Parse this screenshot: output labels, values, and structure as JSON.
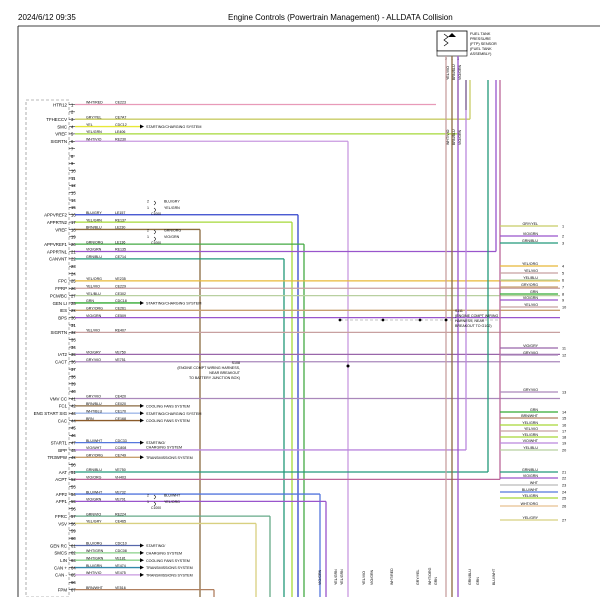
{
  "header": {
    "date": "2024/6/12 09:35",
    "title": "Engine Controls (Powertrain Management) - ALLDATA Collision"
  },
  "sensor": {
    "label_lines": [
      "FUEL TANK",
      "PRESSURE",
      "(FTP) SENSOR",
      "(FUEL TANK",
      "ASSEMBLY)"
    ]
  },
  "splices": {
    "s108": [
      "S108",
      "(ENGINE COMPT WIRING HARNESS,",
      "NEAR BREAKOUT",
      "TO BATTERY JUNCTION BOX)"
    ],
    "s111": [
      "S111",
      "(ENGINE COMPT WIRING",
      "HARNESS, NEAR",
      "BREAKOUT TO G102)"
    ]
  },
  "pins": [
    {
      "n": "1",
      "sig": "HTR12",
      "color": "WHT/RED",
      "circ": "CE223",
      "hex": "#e89ab8"
    },
    {
      "n": "2",
      "sig": "",
      "color": "",
      "circ": "",
      "hex": ""
    },
    {
      "n": "3",
      "sig": "TFHECCV",
      "color": "GRY/YEL",
      "circ": "CE7A7",
      "hex": "#c8cc66"
    },
    {
      "n": "4",
      "sig": "SMC",
      "color": "YEL",
      "circ": "CDC12",
      "hex": "#e8e838",
      "note": "STARTING/CHARGING SYSTEM"
    },
    {
      "n": "5",
      "sig": "VREF",
      "color": "YEL/GRN",
      "circ": "LE406",
      "hex": "#a6d838"
    },
    {
      "n": "6",
      "sig": "SIGRTN",
      "color": "WHT/VIO",
      "circ": "RE230",
      "hex": "#c99ae0"
    },
    {
      "n": "7",
      "sig": "",
      "color": "",
      "circ": "",
      "hex": ""
    },
    {
      "n": "8",
      "sig": "",
      "color": "",
      "circ": "",
      "hex": ""
    },
    {
      "n": "9",
      "sig": "",
      "color": "",
      "circ": "",
      "hex": ""
    },
    {
      "n": "10",
      "sig": "",
      "color": "",
      "circ": "",
      "hex": ""
    },
    {
      "n": "11",
      "sig": "",
      "color": "",
      "circ": "",
      "hex": ""
    },
    {
      "n": "12",
      "sig": "",
      "color": "",
      "circ": "",
      "hex": ""
    },
    {
      "n": "13",
      "sig": "",
      "color": "",
      "circ": "",
      "hex": ""
    },
    {
      "n": "14",
      "sig": "",
      "color": "",
      "circ": "",
      "hex": ""
    },
    {
      "n": "15",
      "sig": "",
      "color": "",
      "circ": "",
      "hex": ""
    },
    {
      "n": "16",
      "sig": "APPVREF2",
      "color": "BLU/GRY",
      "circ": "LE157",
      "hex": "#3344cc"
    },
    {
      "n": "17",
      "sig": "APPRTN2",
      "color": "YEL/GRN",
      "circ": "RE137",
      "hex": "#a6d838"
    },
    {
      "n": "18",
      "sig": "VREF",
      "color": "BRN/BLU",
      "circ": "LE230",
      "hex": "#8a6a40"
    },
    {
      "n": "19",
      "sig": "",
      "color": "",
      "circ": "",
      "hex": ""
    },
    {
      "n": "20",
      "sig": "APPVREF1",
      "color": "GRN/ORG",
      "circ": "LE136",
      "hex": "#44aa44"
    },
    {
      "n": "21",
      "sig": "APPRTN1",
      "color": "VIO/GRN",
      "circ": "RE135",
      "hex": "#9955cc"
    },
    {
      "n": "22",
      "sig": "CANVNT",
      "color": "GRN/BLU",
      "circ": "CE714",
      "hex": "#22997a"
    },
    {
      "n": "23",
      "sig": "",
      "color": "",
      "circ": "",
      "hex": ""
    },
    {
      "n": "24",
      "sig": "",
      "color": "",
      "circ": "",
      "hex": ""
    },
    {
      "n": "25",
      "sig": "FPC",
      "color": "YEL/ORG",
      "circ": "VE235",
      "hex": "#e8b838"
    },
    {
      "n": "26",
      "sig": "FPRP",
      "color": "YEL/VIO",
      "circ": "CE229",
      "hex": "#c8a0a0"
    },
    {
      "n": "27",
      "sig": "PCM/BC",
      "color": "YEL/BLU",
      "circ": "CE302",
      "hex": "#b8d0a0"
    },
    {
      "n": "28",
      "sig": "GEN LI",
      "color": "GRN",
      "circ": "CDC18",
      "hex": "#33aa33",
      "note": "STARTING/CHARGING SYSTEM"
    },
    {
      "n": "29",
      "sig": "IES",
      "color": "GRY/ORG",
      "circ": "CE261",
      "hex": "#c8a070"
    },
    {
      "n": "30",
      "sig": "BPS",
      "color": "VIO/GRN",
      "circ": "CE509",
      "hex": "#9955cc"
    },
    {
      "n": "31",
      "sig": "",
      "color": "",
      "circ": "",
      "hex": ""
    },
    {
      "n": "32",
      "sig": "SIGRTN",
      "color": "YEL/VIO",
      "circ": "RE407",
      "hex": "#c8a0a0"
    },
    {
      "n": "33",
      "sig": "",
      "color": "",
      "circ": "",
      "hex": ""
    },
    {
      "n": "34",
      "sig": "",
      "color": "",
      "circ": "",
      "hex": ""
    },
    {
      "n": "35",
      "sig": "IAT2",
      "color": "VIO/GRY",
      "circ": "VE750",
      "hex": "#9966aa"
    },
    {
      "n": "36",
      "sig": "CACT",
      "color": "GRY/VIO",
      "circ": "VE751",
      "hex": "#aa88bb"
    },
    {
      "n": "37",
      "sig": "",
      "color": "",
      "circ": "",
      "hex": ""
    },
    {
      "n": "38",
      "sig": "",
      "color": "",
      "circ": "",
      "hex": ""
    },
    {
      "n": "39",
      "sig": "",
      "color": "",
      "circ": "",
      "hex": ""
    },
    {
      "n": "40",
      "sig": "",
      "color": "",
      "circ": "",
      "hex": ""
    },
    {
      "n": "41",
      "sig": "VMV CC",
      "color": "GRY/VIO",
      "circ": "CE420",
      "hex": "#aa88bb"
    },
    {
      "n": "42",
      "sig": "FC1",
      "color": "BRN/BLU",
      "circ": "CE020",
      "hex": "#8a6a40",
      "note": "COOLING FANS SYSTEM"
    },
    {
      "n": "43",
      "sig": "ENG START SIG",
      "color": "WHT/BLU",
      "circ": "CE170",
      "hex": "#a0b8e8",
      "note": "STARTING/CHARGING SYSTEM"
    },
    {
      "n": "44",
      "sig": "CAC",
      "color": "BRN",
      "circ": "CE168",
      "hex": "#8a5a2a",
      "note": "COOLING FANS SYSTEM"
    },
    {
      "n": "45",
      "sig": "",
      "color": "",
      "circ": "",
      "hex": ""
    },
    {
      "n": "46",
      "sig": "",
      "color": "",
      "circ": "",
      "hex": ""
    },
    {
      "n": "47",
      "sig": "START1",
      "color": "BLU/WHT",
      "circ": "CDC33",
      "hex": "#5577dd",
      "note": "STARTING/\nCHARGING SYSTEM"
    },
    {
      "n": "48",
      "sig": "BPP",
      "color": "VIO/WHT",
      "circ": "CC808",
      "hex": "#bb88dd"
    },
    {
      "n": "49",
      "sig": "TR3WPW",
      "color": "GRY/ORG",
      "circ": "CE749",
      "hex": "#c8a070",
      "note": "TRANSMISSIONS SYSTEM"
    },
    {
      "n": "50",
      "sig": "",
      "color": "",
      "circ": "",
      "hex": ""
    },
    {
      "n": "51",
      "sig": "AAT",
      "color": "GRN/BLU",
      "circ": "VE750",
      "hex": "#22997a"
    },
    {
      "n": "52",
      "sig": "ACPT",
      "color": "VIO/ORG",
      "circ": "VH403",
      "hex": "#bb6699"
    },
    {
      "n": "53",
      "sig": "",
      "color": "",
      "circ": "",
      "hex": ""
    },
    {
      "n": "54",
      "sig": "APP2",
      "color": "BLU/WHT",
      "circ": "VE732",
      "hex": "#5577dd"
    },
    {
      "n": "55",
      "sig": "APP1",
      "color": "VIO/GRN",
      "circ": "VE701",
      "hex": "#9955cc"
    },
    {
      "n": "56",
      "sig": "",
      "color": "",
      "circ": "",
      "hex": ""
    },
    {
      "n": "57",
      "sig": "FPRC",
      "color": "GRN/VIO",
      "circ": "RE224",
      "hex": "#66aa88"
    },
    {
      "n": "58",
      "sig": "VSV",
      "color": "YEL/GRY",
      "circ": "CE465",
      "hex": "#d8d080"
    },
    {
      "n": "59",
      "sig": "",
      "color": "",
      "circ": "",
      "hex": ""
    },
    {
      "n": "60",
      "sig": "",
      "color": "",
      "circ": "",
      "hex": ""
    },
    {
      "n": "61",
      "sig": "GEN RC",
      "color": "BLU/ORG",
      "circ": "CDC10",
      "hex": "#5566aa",
      "note": "STARTING/"
    },
    {
      "n": "62",
      "sig": "SMCS",
      "color": "WHT/GRN",
      "circ": "CDC08",
      "hex": "#88d088",
      "note": "CHARGING SYSTEM"
    },
    {
      "n": "63",
      "sig": "LIN",
      "color": "WHT/GRN",
      "circ": "VE181",
      "hex": "#88d088",
      "note": "COOLING FANS SYSTEM"
    },
    {
      "n": "64",
      "sig": "CAN +",
      "color": "BLU/GRN",
      "circ": "VE474",
      "hex": "#3388aa",
      "note": "TRANSMISSIONS SYSTEM"
    },
    {
      "n": "65",
      "sig": "CAN -",
      "color": "WHT/VIO",
      "circ": "VE475",
      "hex": "#c99ae0",
      "note": "TRANSMISSIONS SYSTEM"
    },
    {
      "n": "66",
      "sig": "",
      "color": "",
      "circ": "",
      "hex": ""
    },
    {
      "n": "67",
      "sig": "FPM",
      "color": "BRN/WHT",
      "circ": "VE516",
      "hex": "#b08060"
    }
  ],
  "inline_connectors": {
    "upper_a": {
      "pins": [
        "2",
        "1"
      ],
      "labels": [
        "BLU/GRY",
        "YEL/GRN"
      ],
      "id": "C1000"
    },
    "upper_b": {
      "pins": [
        "2",
        "1"
      ],
      "labels": [
        "GRN/ORG",
        "VIO/GRN"
      ],
      "id": "C1000"
    },
    "lower": {
      "pins": [
        "2",
        "1"
      ],
      "labels": [
        "BLU/WHT",
        "YEL/ORG"
      ],
      "id": "C1000"
    }
  },
  "right_wires": [
    {
      "n": "1",
      "label": "GRY/YEL"
    },
    {
      "n": "2",
      "label": "VIO/GRN"
    },
    {
      "n": "3",
      "label": "GRN/BLU"
    },
    {
      "n": "4",
      "label": "YEL/ORG"
    },
    {
      "n": "5",
      "label": "YEL/VIO"
    },
    {
      "n": "6",
      "label": "YEL/BLU"
    },
    {
      "n": "7",
      "label": "GRY/ORG"
    },
    {
      "n": "8",
      "label": "GRN"
    },
    {
      "n": "9",
      "label": "VIO/GRN"
    },
    {
      "n": "10",
      "label": "YEL/VIO"
    },
    {
      "n": "11",
      "label": "VIO/GRY"
    },
    {
      "n": "12",
      "label": "GRY/VIO"
    },
    {
      "n": "13",
      "label": "GRY/VIO"
    },
    {
      "n": "14",
      "label": "GRN"
    },
    {
      "n": "15",
      "label": "BRN/WHT"
    },
    {
      "n": "16",
      "label": "YEL/GRN"
    },
    {
      "n": "17",
      "label": "YEL/VIO"
    },
    {
      "n": "18",
      "label": "YEL/GRN"
    },
    {
      "n": "19",
      "label": "VIO/WHT"
    },
    {
      "n": "20",
      "label": "YEL/BLU"
    },
    {
      "n": "21",
      "label": "GRN/BLU"
    },
    {
      "n": "22",
      "label": "VIO/GRN"
    },
    {
      "n": "23",
      "label": "WHT"
    },
    {
      "n": "24",
      "label": "BLU/WHT"
    },
    {
      "n": "25",
      "label": "YEL/GRN"
    },
    {
      "n": "26",
      "label": "WHT/ORG"
    },
    {
      "n": "27",
      "label": "YEL/GRY"
    }
  ],
  "sensor_pins": [
    {
      "n": "2",
      "label": "YEL/VIO"
    },
    {
      "n": "1",
      "label": "BRN/BLU"
    },
    {
      "n": "3",
      "label": "VIO/GRN"
    }
  ],
  "sensor_lower": [
    {
      "n": "",
      "label": "WHT/VIO"
    },
    {
      "n": "",
      "label": "BRN/BLU"
    },
    {
      "n": "",
      "label": "VIO/GRN"
    }
  ],
  "bottom_wires": [
    {
      "label": "VIO/GRN"
    },
    {
      "label": "YEL/GRN"
    },
    {
      "label": "YEL/GRN"
    },
    {
      "label": "YEL/VIO"
    },
    {
      "label": "VIO/GRN"
    },
    {
      "label": "WHT/RED"
    },
    {
      "label": "GRY/YEL"
    },
    {
      "label": "WHT/ORG"
    },
    {
      "label": "GRN"
    },
    {
      "label": "GRN/BLU"
    },
    {
      "label": "GRN"
    },
    {
      "label": "BLU/WHT"
    }
  ]
}
